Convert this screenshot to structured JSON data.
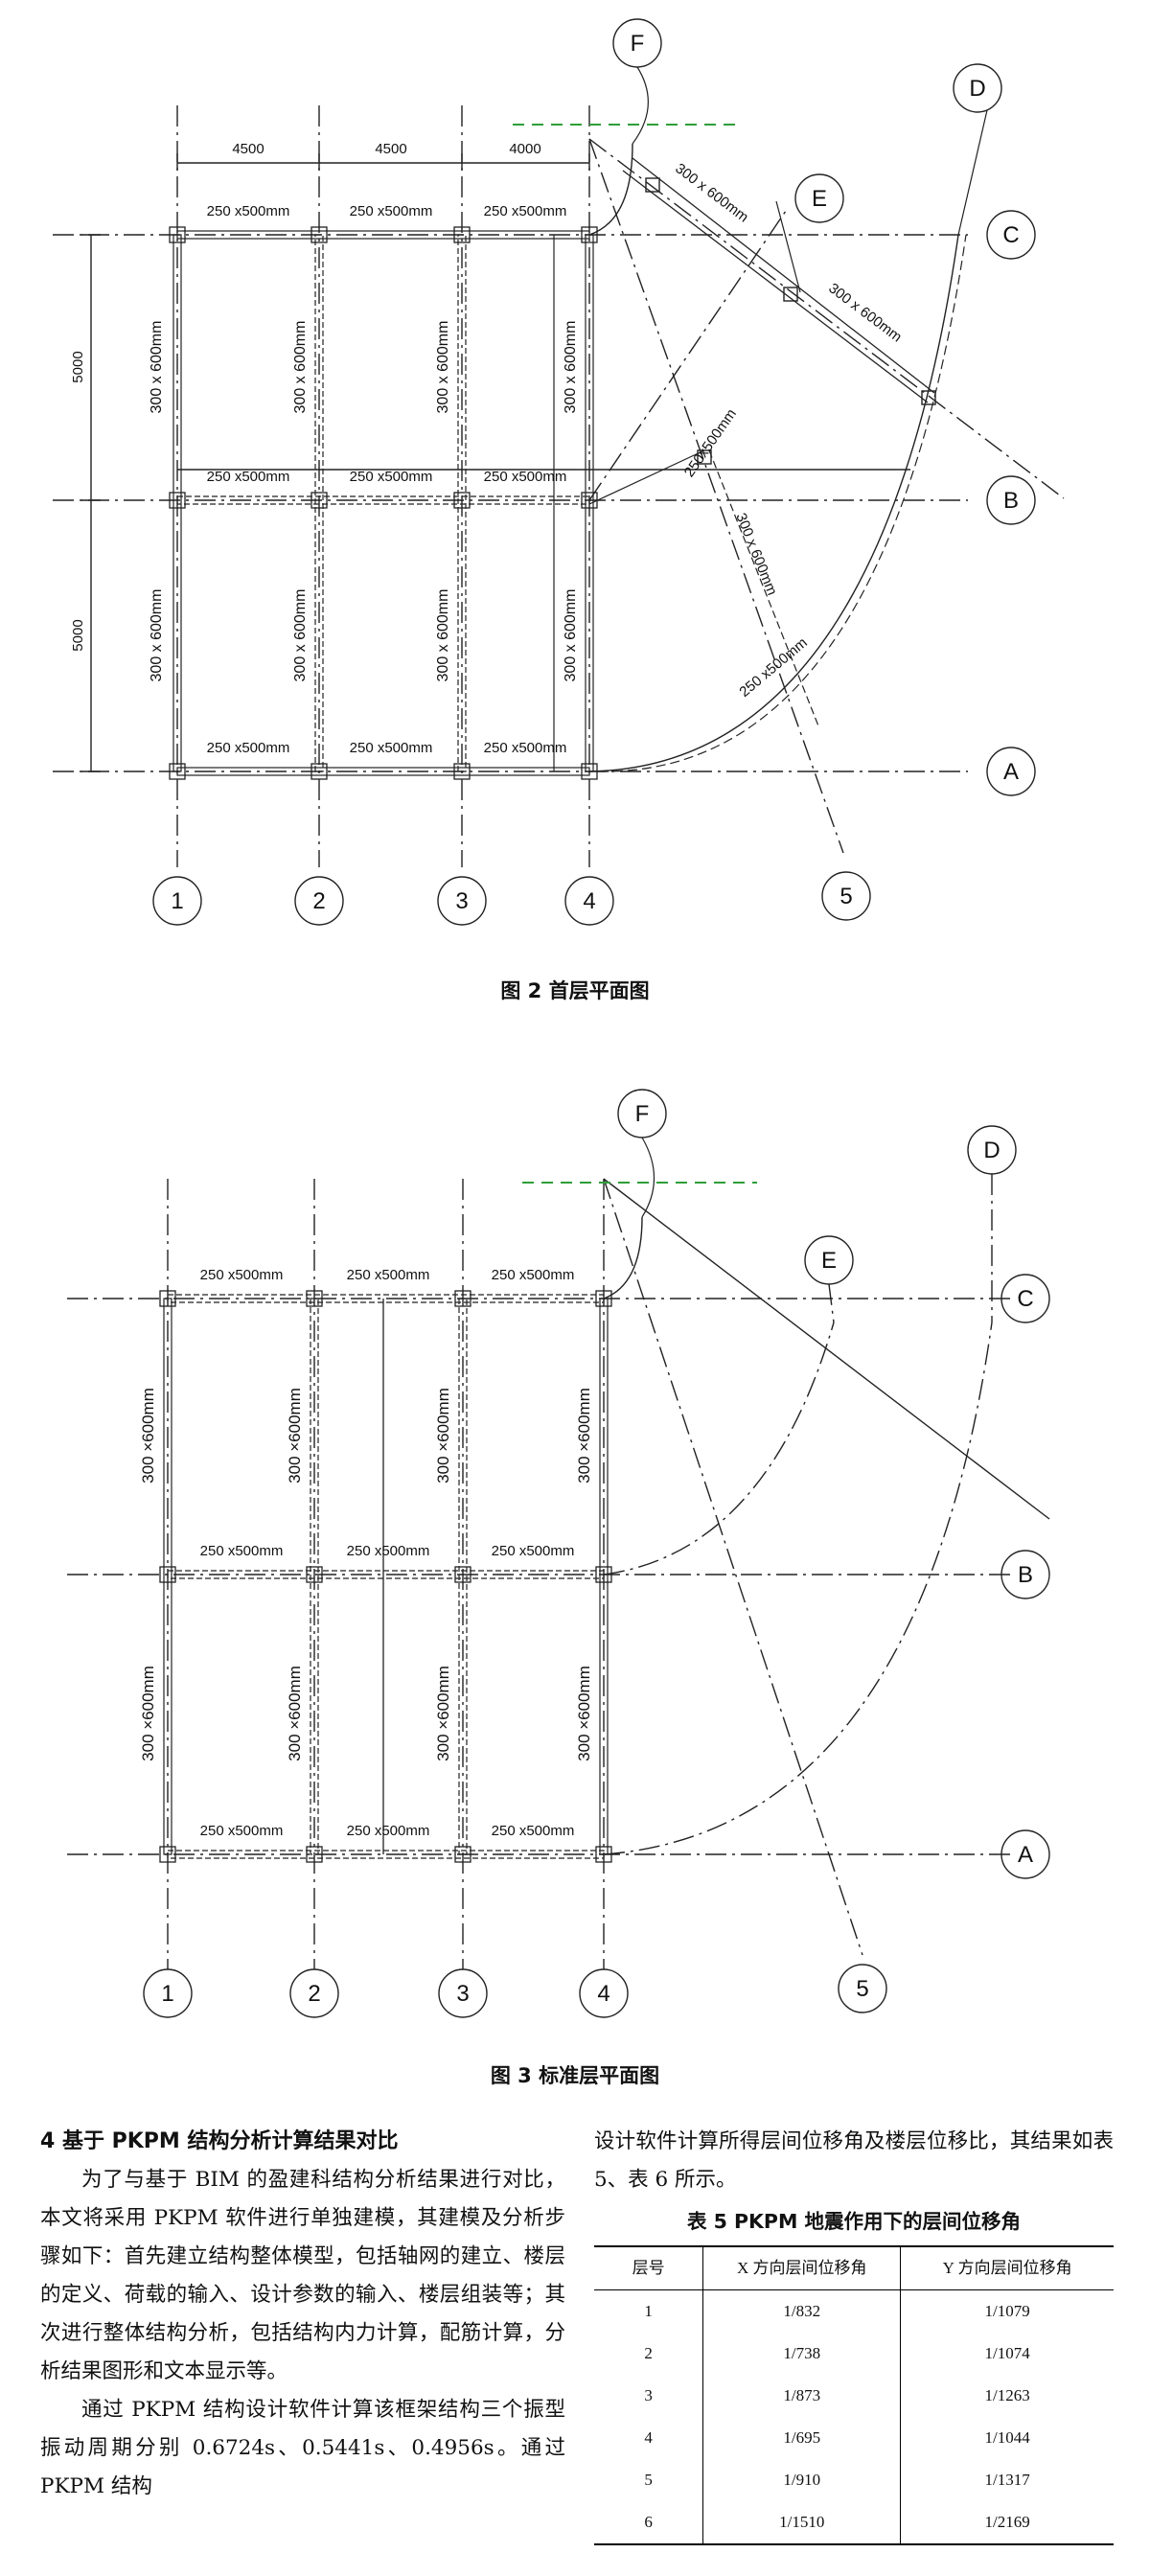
{
  "fig2": {
    "caption": "图 2 首层平面图",
    "dims": [
      "4500",
      "4500",
      "4000",
      "5000",
      "5000"
    ],
    "beams": [
      "250 x500mm",
      "250 x500mm",
      "250 x500mm",
      "250 x500mm",
      "250 x500mm",
      "250 x500mm",
      "250 x500mm",
      "250 x500mm",
      "250 x500mm"
    ],
    "columns": [
      "300 x 600mm",
      "300 x 600mm",
      "300 x 600mm",
      "300 x 600mm",
      "300 x 600mm",
      "300 x 600mm",
      "300 x 600mm",
      "300 x 600mm"
    ],
    "diag_beams": [
      "300 x 600mm",
      "300 x 600mm",
      "300 x 600mm",
      "250x500mm",
      "250 x500mm"
    ],
    "axes": [
      "F",
      "D",
      "E",
      "C",
      "B",
      "A",
      "1",
      "2",
      "3",
      "4",
      "5"
    ]
  },
  "fig3": {
    "caption": "图 3 标准层平面图",
    "beams": [
      "250 x500mm",
      "250 x500mm",
      "250 x500mm",
      "250 x500mm",
      "250 x500mm",
      "250 x500mm",
      "250 x500mm",
      "250 x500mm",
      "250 x500mm"
    ],
    "columns": [
      "300 ×600mm",
      "300 ×600mm",
      "300 ×600mm",
      "300 ×600mm",
      "300 ×600mm",
      "300 ×600mm",
      "300 ×600mm",
      "300 ×600mm"
    ],
    "axes": [
      "F",
      "D",
      "E",
      "C",
      "B",
      "A",
      "1",
      "2",
      "3",
      "4",
      "5"
    ]
  },
  "left_col": {
    "section_title": "4 基于 PKPM 结构分析计算结果对比",
    "para1": "为了与基于 BIM 的盈建科结构分析结果进行对比，本文将采用 PKPM 软件进行单独建模，其建模及分析步骤如下：首先建立结构整体模型，包括轴网的建立、楼层的定义、荷载的输入、设计参数的输入、楼层组装等；其次进行整体结构分析，包括结构内力计算，配筋计算，分析结果图形和文本显示等。",
    "para2": "通过 PKPM 结构设计软件计算该框架结构三个振型振动周期分别 0.6724s、0.5441s、0.4956s。通过 PKPM 结构"
  },
  "right_col": {
    "para": "设计软件计算所得层间位移角及楼层位移比，其结果如表 5、表 6 所示。",
    "table_caption": "表 5 PKPM 地震作用下的层间位移角",
    "headers": [
      "层号",
      "X 方向层间位移角",
      "Y 方向层间位移角"
    ],
    "rows": [
      [
        "1",
        "1/832",
        "1/1079"
      ],
      [
        "2",
        "1/738",
        "1/1074"
      ],
      [
        "3",
        "1/873",
        "1/1263"
      ],
      [
        "4",
        "1/695",
        "1/1044"
      ],
      [
        "5",
        "1/910",
        "1/1317"
      ],
      [
        "6",
        "1/1510",
        "1/2169"
      ]
    ]
  }
}
